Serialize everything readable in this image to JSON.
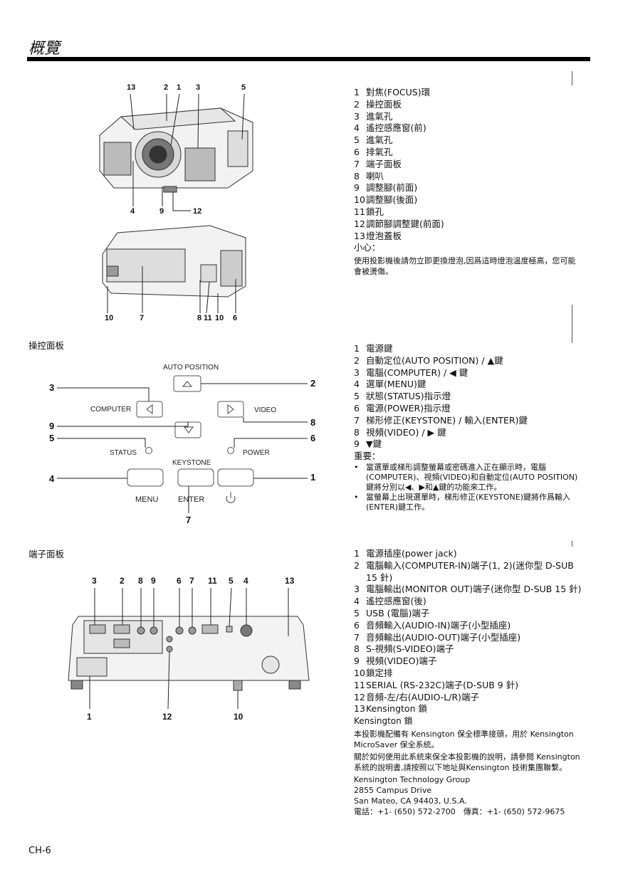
{
  "page": {
    "title": "概覽",
    "footer": "CH-6"
  },
  "section1": {
    "callouts": {
      "top": [
        "13",
        "2",
        "1",
        "3",
        "5"
      ],
      "bottom": [
        "4",
        "9",
        "12"
      ],
      "rear": [
        "10",
        "7",
        "8",
        "11",
        "10",
        "6"
      ]
    },
    "items": [
      {
        "num": "1",
        "text": "對焦(FOCUS)環"
      },
      {
        "num": "2",
        "text": "操控面板"
      },
      {
        "num": "3",
        "text": "進氣孔"
      },
      {
        "num": "4",
        "text": "遙控感應窗(前)"
      },
      {
        "num": "5",
        "text": "進氣孔"
      },
      {
        "num": "6",
        "text": "排氣孔"
      },
      {
        "num": "7",
        "text": "端子面板"
      },
      {
        "num": "8",
        "text": "喇叭"
      },
      {
        "num": "9",
        "text": "調整腳(前面)"
      },
      {
        "num": "10",
        "text": "調整腳(後面)"
      },
      {
        "num": "11",
        "text": "鎖孔"
      },
      {
        "num": "12",
        "text": "調節腳調整鍵(前面)"
      },
      {
        "num": "13",
        "text": "燈泡蓋板"
      }
    ],
    "caution_title": "小心：",
    "caution_text": "使用投影機後請勿立即更換燈泡,因爲這時燈泡溫度極高，您可能會被燙傷。"
  },
  "section2": {
    "label": "操控面板",
    "panel": {
      "auto_position": "AUTO POSITION",
      "computer": "COMPUTER",
      "video": "VIDEO",
      "status": "STATUS",
      "power": "POWER",
      "keystone": "KEYSTONE",
      "menu": "MENU",
      "enter": "ENTER"
    },
    "callouts": [
      "3",
      "2",
      "9",
      "8",
      "5",
      "6",
      "4",
      "1",
      "7"
    ],
    "items": [
      {
        "num": "1",
        "text": "電源鍵"
      },
      {
        "num": "2",
        "text": "自動定位(AUTO POSITION) / ▲鍵"
      },
      {
        "num": "3",
        "text": "電腦(COMPUTER) / ◀ 鍵"
      },
      {
        "num": "4",
        "text": "選單(MENU)鍵"
      },
      {
        "num": "5",
        "text": "狀態(STATUS)指示燈"
      },
      {
        "num": "6",
        "text": "電源(POWER)指示燈"
      },
      {
        "num": "7",
        "text": "梯形修正(KEYSTONE) / 輸入(ENTER)鍵"
      },
      {
        "num": "8",
        "text": "視頻(VIDEO) / ▶ 鍵"
      },
      {
        "num": "9",
        "text": "▼鍵"
      }
    ],
    "important_title": "重要：",
    "bullets": [
      "當選單或梯形調整螢幕或密碼進入正在顯示時，電腦(COMPUTER)、視頻(VIDEO)和自動定位(AUTO POSITION)鍵將分別以◀、▶和▲鍵的功能來工作。",
      "當螢幕上出現選單時，梯形修正(KEYSTONE)鍵將作爲輸入(ENTER)鍵工作。"
    ]
  },
  "section3": {
    "label": "端子面板",
    "callouts": {
      "top": [
        "3",
        "2",
        "8",
        "9",
        "6",
        "7",
        "11",
        "5",
        "4",
        "13"
      ],
      "bottom": [
        "1",
        "12",
        "10"
      ]
    },
    "items": [
      {
        "num": "1",
        "text": "電源插座(power jack)"
      },
      {
        "num": "2",
        "text": "電腦輸入(COMPUTER-IN)端子(1, 2)(迷你型 D-SUB 15 針)"
      },
      {
        "num": "3",
        "text": "電腦輸出(MONITOR OUT)端子(迷你型 D-SUB 15 針)"
      },
      {
        "num": "4",
        "text": "遙控感應窗(後)"
      },
      {
        "num": "5",
        "text": "USB (電腦)端子"
      },
      {
        "num": "6",
        "text": "音頻輸入(AUDIO-IN)端子(小型插座)"
      },
      {
        "num": "7",
        "text": "音頻輸出(AUDIO-OUT)端子(小型插座)"
      },
      {
        "num": "8",
        "text": "S-視頻(S-VIDEO)端子"
      },
      {
        "num": "9",
        "text": "視頻(VIDEO)端子"
      },
      {
        "num": "10",
        "text": "鎖定排"
      },
      {
        "num": "11",
        "text": "SERIAL (RS-232C)端子(D-SUB 9 針)"
      },
      {
        "num": "12",
        "text": "音頻-左/右(AUDIO-L/R)端子"
      },
      {
        "num": "13",
        "text": "Kensington 鎖"
      }
    ],
    "kensington_title": "Kensington 鎖",
    "kensington_p1": "本投影機配備有 Kensington 保全標準接頭，用於 Kensington MicroSaver 保全系統。",
    "kensington_p2": "關於如何使用此系統來保全本投影機的說明，請參閱 Kensington 系統的說明書,請按照以下地址與Kensington 技術集團聯繫。",
    "address": [
      "Kensington Technology Group",
      "2855 Campus Drive",
      "San Mateo, CA 94403, U.S.A.",
      "電話：+1- (650) 572-2700　傳真：+1- (650) 572-9675"
    ]
  }
}
